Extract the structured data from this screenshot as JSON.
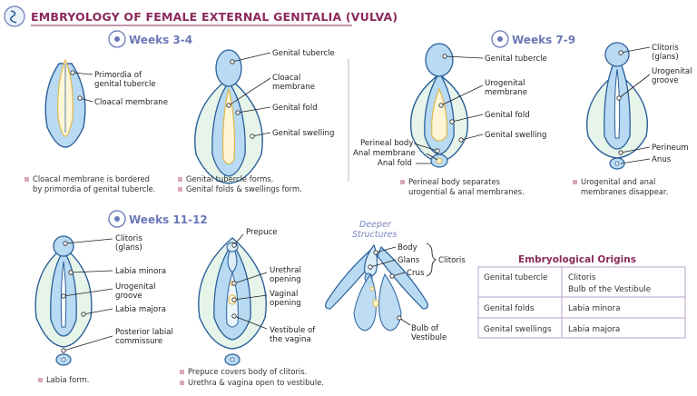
{
  "title": "EMBRYOLOGY OF FEMALE EXTERNAL GENITALIA (VULVA)",
  "stages": {
    "w34": "Weeks 3-4",
    "w79": "Weeks 7-9",
    "w1112": "Weeks 11-12"
  },
  "labels": {
    "primordia_1": "Primordia of",
    "primordia_2": "genital tubercle",
    "cloacal_membrane": "Cloacal membrane",
    "genital_tubercle_a": "Genital tubercle",
    "cloacal_1": "Cloacal",
    "cloacal_2": "membrane",
    "genital_fold_a": "Genital fold",
    "genital_swelling_a": "Genital swelling",
    "genital_tubercle_b": "Genital tubercle",
    "urogenital_1": "Urogenital",
    "urogenital_2": "membrane",
    "genital_fold_b": "Genital fold",
    "genital_swelling_b": "Genital swelling",
    "perineal_body": "Perineal body",
    "anal_membrane": "Anal membrane",
    "anal_fold": "Anal fold",
    "clitoris_glans_1": "Clitoris",
    "clitoris_glans_2": "(glans)",
    "urogenital_groove_1": "Urogenital",
    "urogenital_groove_2": "groove",
    "perineum": "Perineum",
    "anus": "Anus",
    "clitoris_glans_c1": "Clitoris",
    "clitoris_glans_c2": "(glans)",
    "labia_minora": "Labia minora",
    "urogenital_groove_c1": "Urogenital",
    "urogenital_groove_c2": "groove",
    "labia_majora": "Labia majora",
    "post_labial_1": "Posterior labial",
    "post_labial_2": "commissure",
    "prepuce": "Prepuce",
    "urethral_1": "Urethral",
    "urethral_2": "opening",
    "vaginal_1": "Vaginal",
    "vaginal_2": "opening",
    "vestibule_1": "Vestibule of",
    "vestibule_2": "the vagina",
    "deeper_1": "Deeper",
    "deeper_2": "Structures",
    "body": "Body",
    "glans": "Glans",
    "crus": "Crus",
    "clitoris": "Clitoris",
    "bulb_1": "Bulb of",
    "bulb_2": "Vestibule"
  },
  "notes": {
    "n1_a": "Cloacal membrane is bordered",
    "n1_b": "by primordia of genital tubercle.",
    "n2_a": "Genital tubercle forms.",
    "n2_b": "Genital folds & swellings form.",
    "n3_a": "Perineal body separates",
    "n3_b": "urogential & anal membranes.",
    "n4_a": "Urogenital and anal",
    "n4_b": "membranes disappear.",
    "n5_a": "Labia form.",
    "n6_a": "Prepuce covers body of clitoris.",
    "n6_b": "Urethra & vagina open to vestibule."
  },
  "origins": {
    "heading": "Embryological Origins",
    "rows": [
      {
        "source": "Genital tubercle",
        "targets": [
          "Clitoris",
          "Bulb of the Vestibule"
        ]
      },
      {
        "source": "Genital folds",
        "targets": [
          "Labia minora"
        ]
      },
      {
        "source": "Genital swellings",
        "targets": [
          "Labia majora"
        ]
      }
    ]
  },
  "colors": {
    "accent": "#8a2a5a",
    "stage": "#6a78b8",
    "outline": "#2a5f9a",
    "fill_light": "#d9ecf8",
    "fill_mid": "#b8daf2",
    "fill_green": "#e6f4ea",
    "bullet": "#d9a7bf"
  }
}
